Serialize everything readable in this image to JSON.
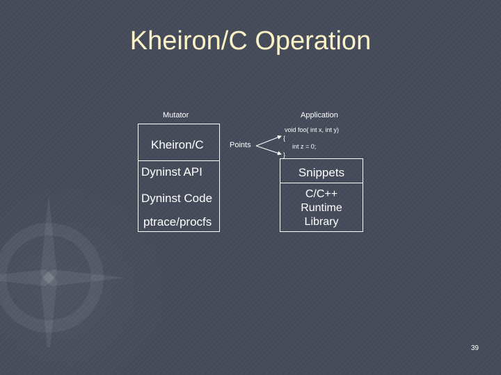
{
  "slide": {
    "title": "Kheiron/C Operation",
    "page_number": "39"
  },
  "mutator": {
    "heading": "Mutator",
    "items": [
      "Kheiron/C",
      "Dyninst API",
      "Dyninst Code",
      "ptrace/procfs"
    ]
  },
  "points_label": "Points",
  "application": {
    "heading": "Application",
    "code_lines": [
      "void foo( int x, int y)",
      "{",
      "int z = 0;",
      "}"
    ],
    "items": [
      "Snippets",
      "C/C++\nRuntime\nLibrary"
    ]
  },
  "colors": {
    "background": "#454b5a",
    "title": "#fbf3c6",
    "foreground": "#ffffff"
  }
}
